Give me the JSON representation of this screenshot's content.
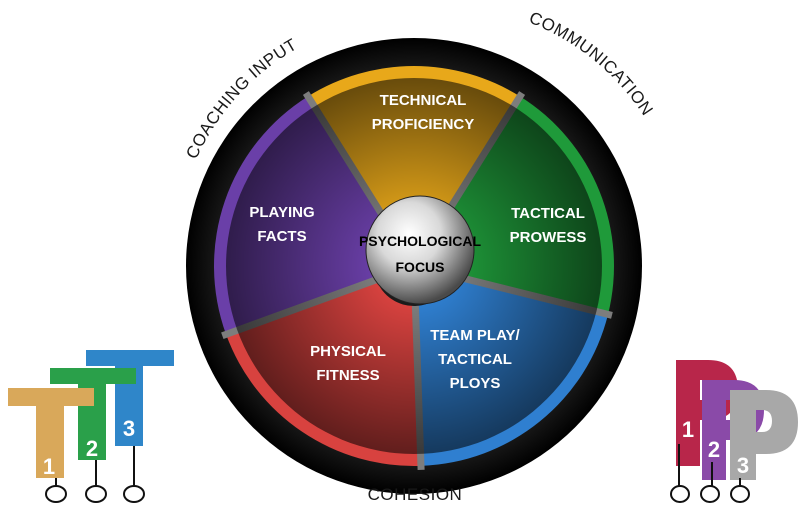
{
  "outer_labels": {
    "top_left": "COACHING INPUT",
    "top_right": "COMMUNICATION",
    "bottom": "COHESION"
  },
  "center_label": {
    "line1": "PSYCHOLOGICAL",
    "line2": "FOCUS"
  },
  "segments": [
    {
      "line1": "TECHNICAL",
      "line2": "PROFICIENCY",
      "line3": "",
      "color": "#e8a81a"
    },
    {
      "line1": "TACTICAL",
      "line2": "PROWESS",
      "line3": "",
      "color": "#1f9a3a"
    },
    {
      "line1": "TEAM PLAY/",
      "line2": "TACTICAL",
      "line3": "PLOYS",
      "color": "#2f7fd0"
    },
    {
      "line1": "PHYSICAL",
      "line2": "FITNESS",
      "line3": "",
      "color": "#d8423f"
    },
    {
      "line1": "PLAYING",
      "line2": "FACTS",
      "line3": "",
      "color": "#6a3fa8"
    }
  ],
  "logo_left": {
    "digits": [
      "1",
      "2",
      "3"
    ],
    "colors": [
      "#d9a85a",
      "#2aa04a",
      "#2f86c9"
    ]
  },
  "logo_right": {
    "digits": [
      "1",
      "2",
      "3"
    ],
    "colors": [
      "#b8264a",
      "#8a4aa8",
      "#9a9a9a"
    ]
  }
}
